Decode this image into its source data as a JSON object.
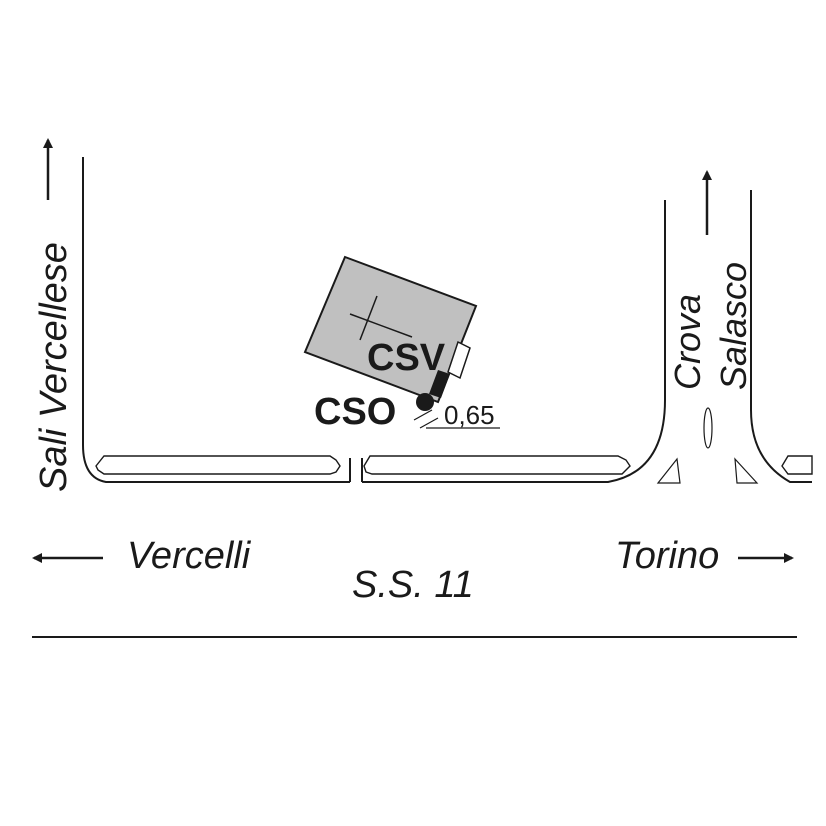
{
  "labels": {
    "sali_vercellese": "Sali Vercellese",
    "crova": "Crova",
    "salasco": "Salasco",
    "vercelli": "Vercelli",
    "torino": "Torino",
    "road_name": "S.S. 11",
    "csv": "CSV",
    "cso": "CSO",
    "distance": "0,65"
  },
  "colors": {
    "building_fill": "#c0c0c0",
    "line": "#1a1a1a",
    "background": "#ffffff"
  },
  "icons": {
    "north_arrow_left": "arrow-up-icon",
    "north_arrow_right": "arrow-up-icon",
    "west_arrow": "arrow-left-icon",
    "east_arrow": "arrow-right-icon"
  }
}
